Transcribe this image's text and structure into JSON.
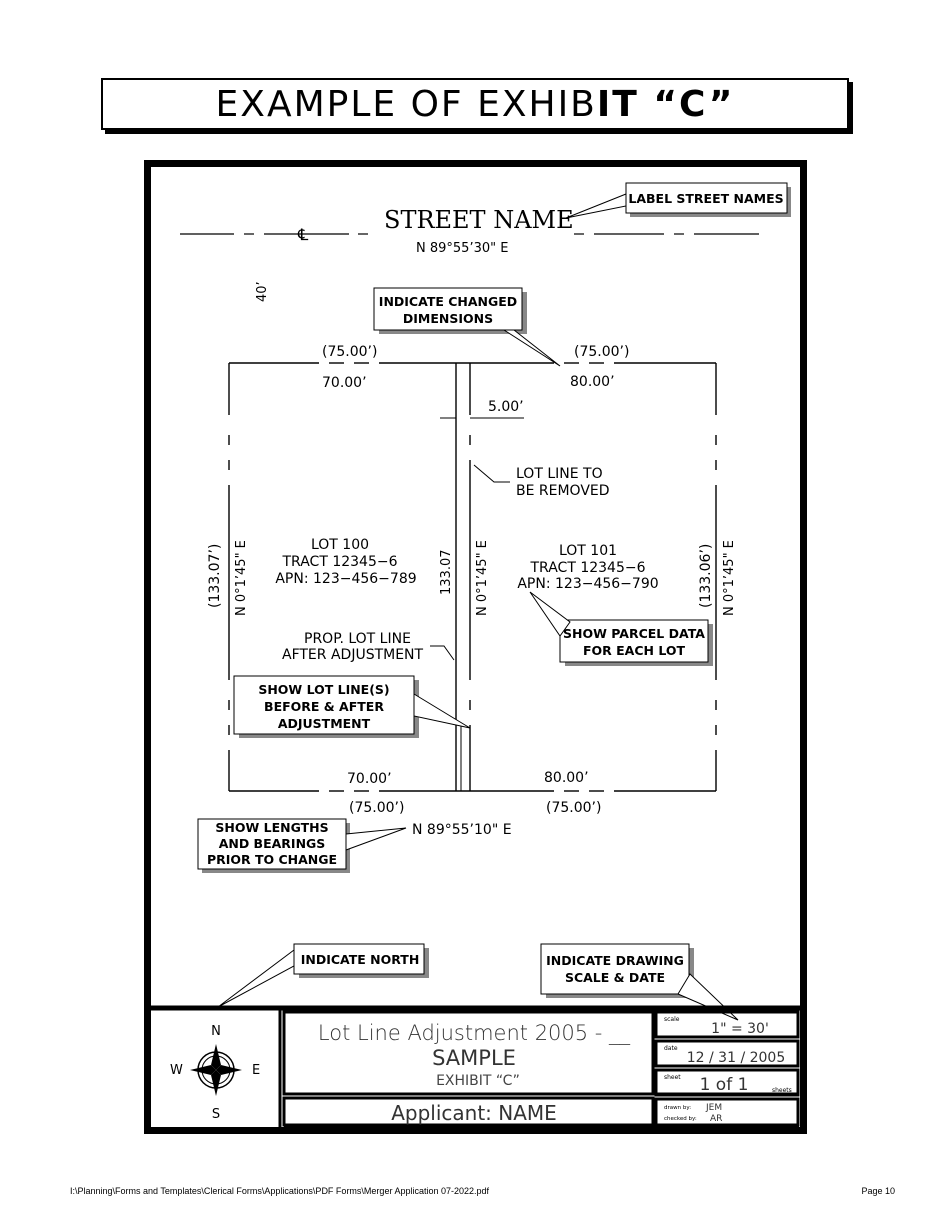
{
  "page_title": {
    "pre": "EXAMPLE OF EXHIB",
    "bold": "IT “C”"
  },
  "street": {
    "name": "STREET NAME",
    "bearing": "N 89°55’30\" E",
    "centerline_symbol": "℄",
    "width": "40’"
  },
  "lots": {
    "lot100": {
      "line1": "LOT 100",
      "line2": "TRACT 12345−6",
      "line3": "APN: 123−456−789"
    },
    "lot101": {
      "line1": "LOT 101",
      "line2": "TRACT 12345−6",
      "line3": "APN: 123−456−790"
    }
  },
  "dimensions": {
    "top_left_old": "(75.00’)",
    "top_left_new": "70.00’",
    "top_right_old": "(75.00’)",
    "top_right_new": "80.00’",
    "offset": "5.00’",
    "bottom_left_new": "70.00’",
    "bottom_left_old": "(75.00’)",
    "bottom_right_new": "80.00’",
    "bottom_right_old": "(75.00’)",
    "bottom_bearing": "N 89°55’10\" E",
    "left_old": "(133.07’)",
    "left_bearing": "N 0°1’45\" E",
    "middle_length": "133.07",
    "middle_bearing": "N 0°1’45\" E",
    "right_old": "(133.06’)",
    "right_bearing": "N 0°1’45\" E"
  },
  "labels": {
    "lot_line_removed_1": "LOT LINE TO",
    "lot_line_removed_2": "BE REMOVED",
    "prop_line_1": "PROP. LOT LINE",
    "prop_line_2": "AFTER ADJUSTMENT"
  },
  "callouts": {
    "street_names": "LABEL STREET NAMES",
    "changed_dims_1": "INDICATE CHANGED",
    "changed_dims_2": "DIMENSIONS",
    "parcel_data_1": "SHOW PARCEL DATA",
    "parcel_data_2": "FOR EACH LOT",
    "lot_lines_1": "SHOW LOT LINE(S)",
    "lot_lines_2": "BEFORE & AFTER",
    "lot_lines_3": "ADJUSTMENT",
    "lengths_1": "SHOW LENGTHS",
    "lengths_2": "AND BEARINGS",
    "lengths_3": "PRIOR TO CHANGE",
    "north": "INDICATE NORTH",
    "scale_1": "INDICATE DRAWING",
    "scale_2": "SCALE & DATE"
  },
  "title_block": {
    "compass": {
      "n": "N",
      "s": "S",
      "e": "E",
      "w": "W"
    },
    "project_line1": "Lot Line Adjustment 2005 - __",
    "project_line2": "SAMPLE",
    "project_line3": "EXHIBIT “C”",
    "applicant": "Applicant: NAME",
    "scale_caption": "scale",
    "scale_value": "1\" = 30'",
    "date_caption": "date",
    "date_value": "12 / 31 / 2005",
    "sheet_caption": "sheet",
    "sheet_value": "1 of 1",
    "sheets_caption": "sheets",
    "drawn_caption": "drawn by:",
    "drawn_value": "JEM",
    "checked_caption": "checked by:",
    "checked_value": "AR"
  },
  "footer": {
    "path": "I:\\Planning\\Forms and Templates\\Clerical Forms\\Applications\\PDF Forms\\Merger Application 07-2022.pdf",
    "page": "Page 10"
  }
}
